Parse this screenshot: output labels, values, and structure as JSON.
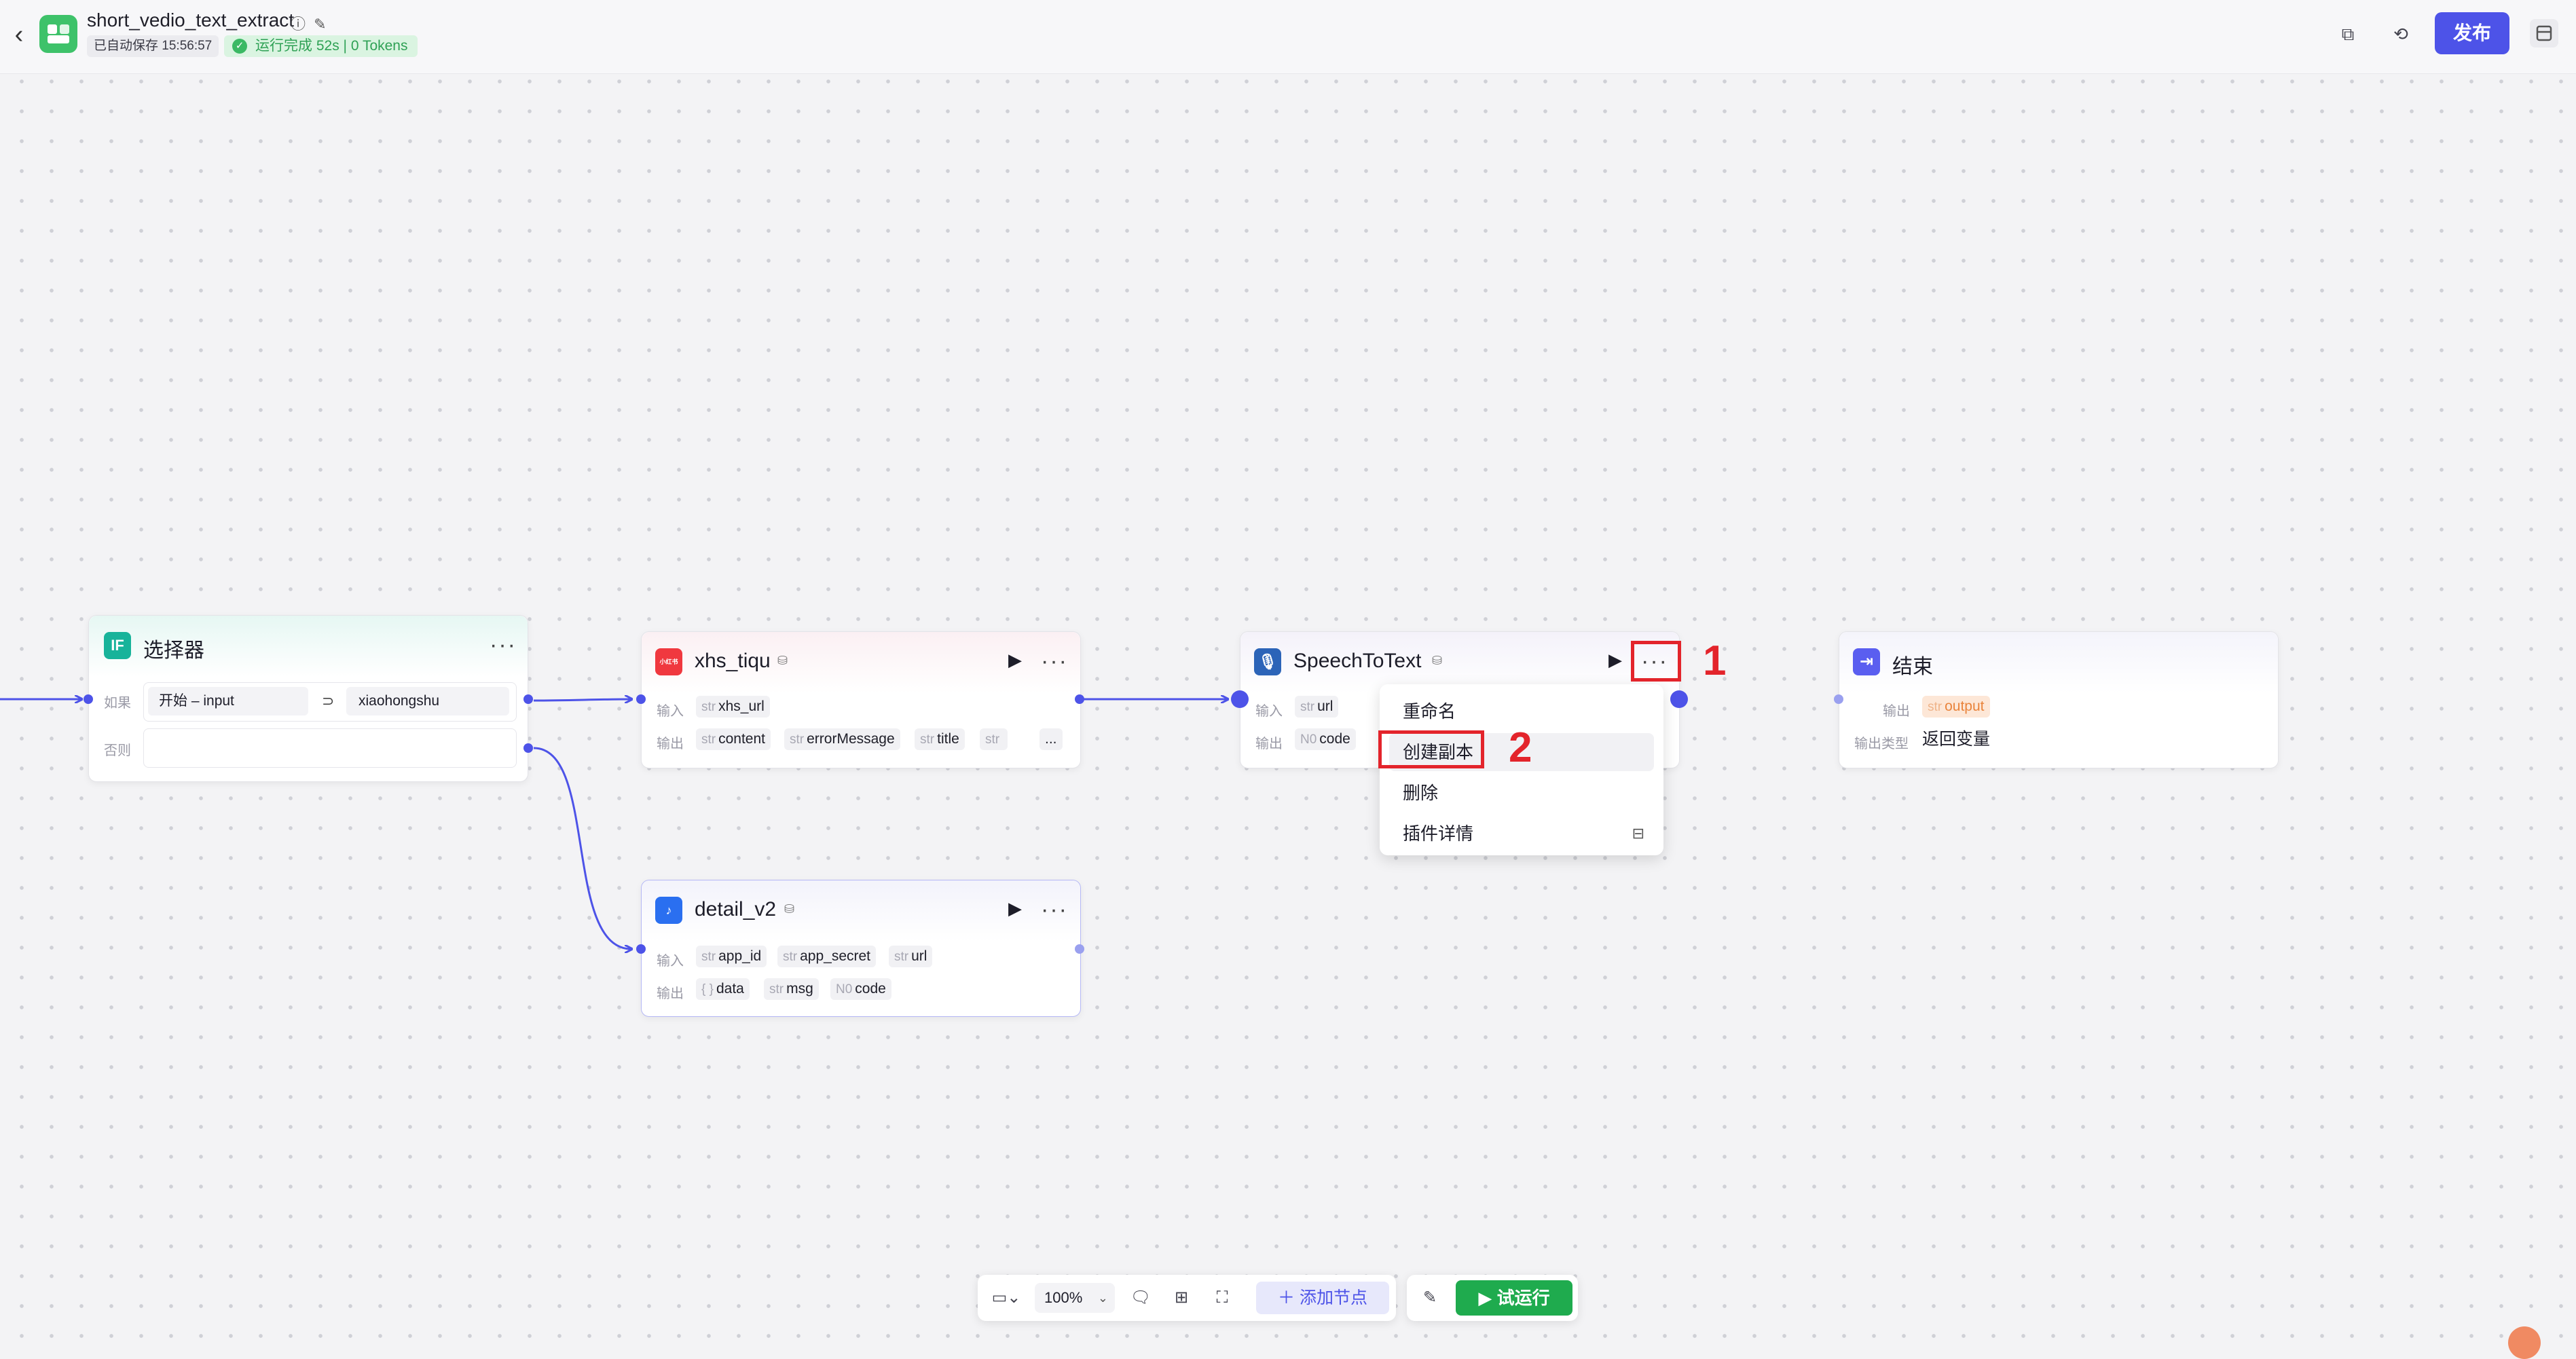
{
  "header": {
    "title": "short_vedio_text_extract",
    "autosave": "已自动保存 15:56:57",
    "run_status": "运行完成 52s | 0 Tokens",
    "publish_label": "发布"
  },
  "nodes": {
    "selector": {
      "title": "选择器",
      "if_label": "如果",
      "cond_left": "开始 – input",
      "cond_op": "⊃",
      "cond_right": "xiaohongshu",
      "else_label": "否则"
    },
    "xhs": {
      "title": "xhs_tiqu",
      "input_label": "输入",
      "output_label": "输出",
      "inputs": [
        {
          "type": "str",
          "name": "xhs_url"
        }
      ],
      "outputs": [
        {
          "type": "str",
          "name": "content"
        },
        {
          "type": "str",
          "name": "errorMessage"
        },
        {
          "type": "str",
          "name": "title"
        },
        {
          "type": "str",
          "name": "..."
        }
      ]
    },
    "detail": {
      "title": "detail_v2",
      "input_label": "输入",
      "output_label": "输出",
      "inputs": [
        {
          "type": "str",
          "name": "app_id"
        },
        {
          "type": "str",
          "name": "app_secret"
        },
        {
          "type": "str",
          "name": "url"
        }
      ],
      "outputs": [
        {
          "type": "{ }",
          "name": "data"
        },
        {
          "type": "str",
          "name": "msg"
        },
        {
          "type": "N0",
          "name": "code"
        }
      ]
    },
    "speech": {
      "title": "SpeechToText",
      "input_label": "输入",
      "output_label": "输出",
      "inputs": [
        {
          "type": "str",
          "name": "url"
        }
      ],
      "outputs": [
        {
          "type": "N0",
          "name": "code"
        }
      ]
    },
    "end": {
      "title": "结束",
      "output_label": "输出",
      "output_var": {
        "type": "str",
        "name": "output"
      },
      "output_type_label": "输出类型",
      "output_type_value": "返回变量"
    }
  },
  "context_menu": {
    "items": [
      "重命名",
      "创建副本",
      "删除",
      "插件详情"
    ],
    "highlighted_index": 1
  },
  "annotations": {
    "label_1": "1",
    "label_2": "2"
  },
  "toolbar": {
    "zoom": "100%",
    "add_node": "添加节点",
    "try_run": "试运行"
  },
  "colors": {
    "accent": "#4d53e8",
    "run_green": "#1fab4e",
    "annotation_red": "#e3242b",
    "end_output_orange": "#e9843c"
  },
  "icons": [
    "back-chevron-icon",
    "app-logo-icon",
    "info-icon",
    "edit-icon",
    "copy-icon",
    "history-icon",
    "panel-icon",
    "if-icon",
    "xhs-plugin-icon",
    "douyin-plugin-icon",
    "speech-plugin-icon",
    "end-icon",
    "play-icon",
    "more-icon",
    "minimap-icon",
    "comment-icon",
    "layout-icon",
    "fit-view-icon",
    "pin-icon",
    "plugin-detail-icon"
  ]
}
